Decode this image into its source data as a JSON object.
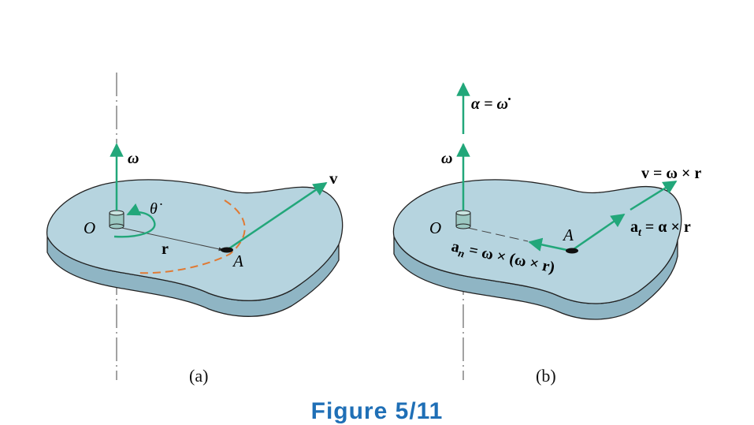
{
  "figure_title": "Figure 5/11",
  "colors": {
    "plate_top": "#b6d4df",
    "plate_side": "#8fb5c4",
    "vector": "#22a77a",
    "path_dashed": "#e07a34",
    "figure_title": "#1f6fb6"
  },
  "panel_a": {
    "caption": "(a)",
    "omega_label": "ω",
    "theta_dot_label": "θ̇",
    "origin_label": "O",
    "r_label": "r",
    "point_label": "A",
    "v_label": "v"
  },
  "panel_b": {
    "caption": "(b)",
    "alpha_label": "α = ω̇",
    "omega_label": "ω",
    "origin_label": "O",
    "point_label": "A",
    "v_eq_label": "v = ω × r",
    "at_eq_label": "a",
    "at_sub": "t",
    "at_eq_rest": " = α × r",
    "an_label": "a",
    "an_sub": "n",
    "an_rest": " = ω × (ω × r)"
  }
}
